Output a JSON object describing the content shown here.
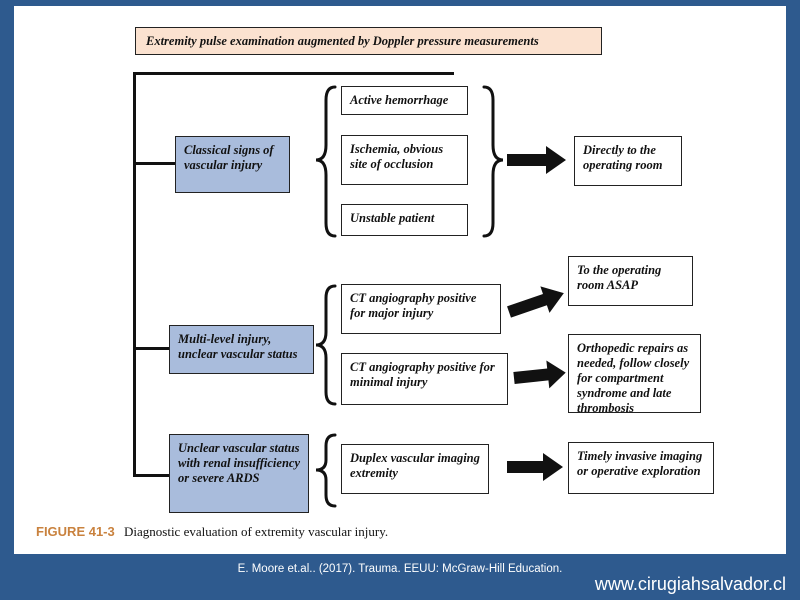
{
  "diagram": {
    "top_box": "Extremity pulse examination augmented by Doppler pressure measurements",
    "categories": [
      "Classical signs of vascular injury",
      "Multi-level injury, unclear vascular status",
      "Unclear vascular status with renal insufficiency or severe ARDS"
    ],
    "findings": [
      "Active hemorrhage",
      "Ischemia, obvious site of occlusion",
      "Unstable patient",
      "CT angiography positive for major injury",
      "CT angiography positive for minimal injury",
      "Duplex vascular imaging extremity"
    ],
    "outcomes": [
      "Directly to the operating room",
      "To the operating room ASAP",
      "Orthopedic repairs as needed, follow closely for compartment syndrome and late thrombosis",
      "Timely invasive imaging or operative exploration"
    ]
  },
  "caption": {
    "label": "FIGURE 41-3",
    "text": "Diagnostic evaluation of extremity vascular injury."
  },
  "footer": {
    "citation": "E. Moore  et.al.. (2017). Trauma. EEUU: McGraw-Hill Education.",
    "website": "www.cirugiahsalvador.cl"
  }
}
